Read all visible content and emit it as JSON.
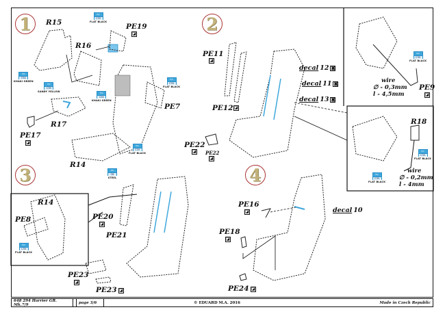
{
  "document": {
    "title": "Harrier GR. Mk.7/9 photo-etched ejection seat instructions",
    "steps": [
      {
        "number": "1"
      },
      {
        "number": "2"
      },
      {
        "number": "3"
      },
      {
        "number": "4"
      }
    ],
    "parts": {
      "r15": "R15",
      "r16": "R16",
      "r17": "R17",
      "r14": "R14",
      "r14_inset": "R14",
      "r18": "R18",
      "pe19": "PE19",
      "pe7": "PE7",
      "pe17": "PE17",
      "pe11": "PE11",
      "pe12": "PE12",
      "pe22a": "PE22",
      "pe22b": "PE22",
      "pe9": "PE9",
      "pe8": "PE8",
      "pe20": "PE20",
      "pe21": "PE21",
      "pe23a": "PE23",
      "pe23b": "PE23",
      "pe16": "PE16",
      "pe18": "PE18",
      "pe24": "PE24"
    },
    "decals": [
      {
        "label": "decal",
        "number": "12"
      },
      {
        "label": "decal",
        "number": "11"
      },
      {
        "label": "decal",
        "number": "13"
      },
      {
        "label": "decal",
        "number": "10"
      }
    ],
    "colors": {
      "flat_black": "FLAT BLACK",
      "khaki_green": "KHAKI GREEN",
      "sandy_yellow": "SANDY YELLOW",
      "code_flat_black": "C33",
      "code_khaki_green": "C54",
      "code_sandy_yellow": "C39",
      "code_steel": "C8",
      "steel": "STEEL",
      "brand_mark": "H/C",
      "tag_color": "#8fd0f0",
      "highlight_color": "#3fa7dc",
      "step_ring_color": "#aa3333",
      "step_digit_color": "#c2b27a"
    },
    "wire_notes": [
      {
        "title": "wire",
        "diameter": "∅ - 0,3mm",
        "length": "l - 4,5mm"
      },
      {
        "title": "wire",
        "diameter": "∅ - 0,2mm",
        "length": "l - 4mm"
      }
    ],
    "footer": {
      "kit": "648 294  Harrier GR. Mk.7/9",
      "page": "page 3/6",
      "copyright": "© EDUARD  M.A. 2016",
      "origin": "Made in Czech Republic"
    }
  }
}
